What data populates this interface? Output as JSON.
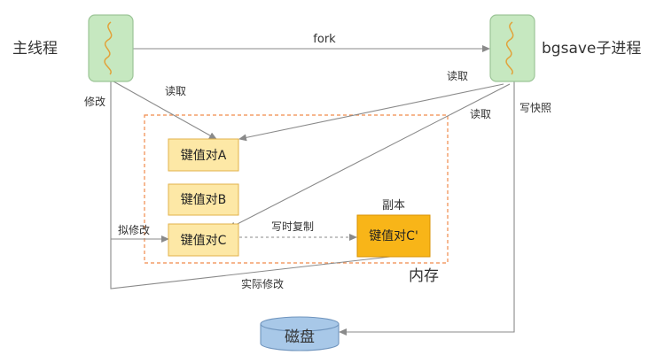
{
  "nodes": {
    "main_thread": "主线程",
    "bgsave_process": "bgsave子进程",
    "kv_a": "键值对A",
    "kv_b": "键值对B",
    "kv_c": "键值对C",
    "kv_c_copy": "键值对C'",
    "copy_label": "副本",
    "memory_label": "内存",
    "disk": "磁盘"
  },
  "edges": {
    "fork": "fork",
    "modify": "修改",
    "read_main": "读取",
    "read_bgsave_1": "读取",
    "read_bgsave_2": "读取",
    "write_snapshot": "写快照",
    "intend_modify": "拟修改",
    "copy_on_write": "写时复制",
    "actual_modify": "实际修改"
  },
  "colors": {
    "process_fill": "#c6e8c0",
    "process_stroke": "#9cc597",
    "kv_fill": "#fde8a6",
    "kv_stroke": "#e2b24a",
    "copy_fill": "#f8b518",
    "copy_stroke": "#d99100",
    "memory_border": "#f08a4b",
    "disk_fill": "#a8c8e8",
    "disk_stroke": "#6f94bd",
    "line": "#8a8a8a"
  }
}
